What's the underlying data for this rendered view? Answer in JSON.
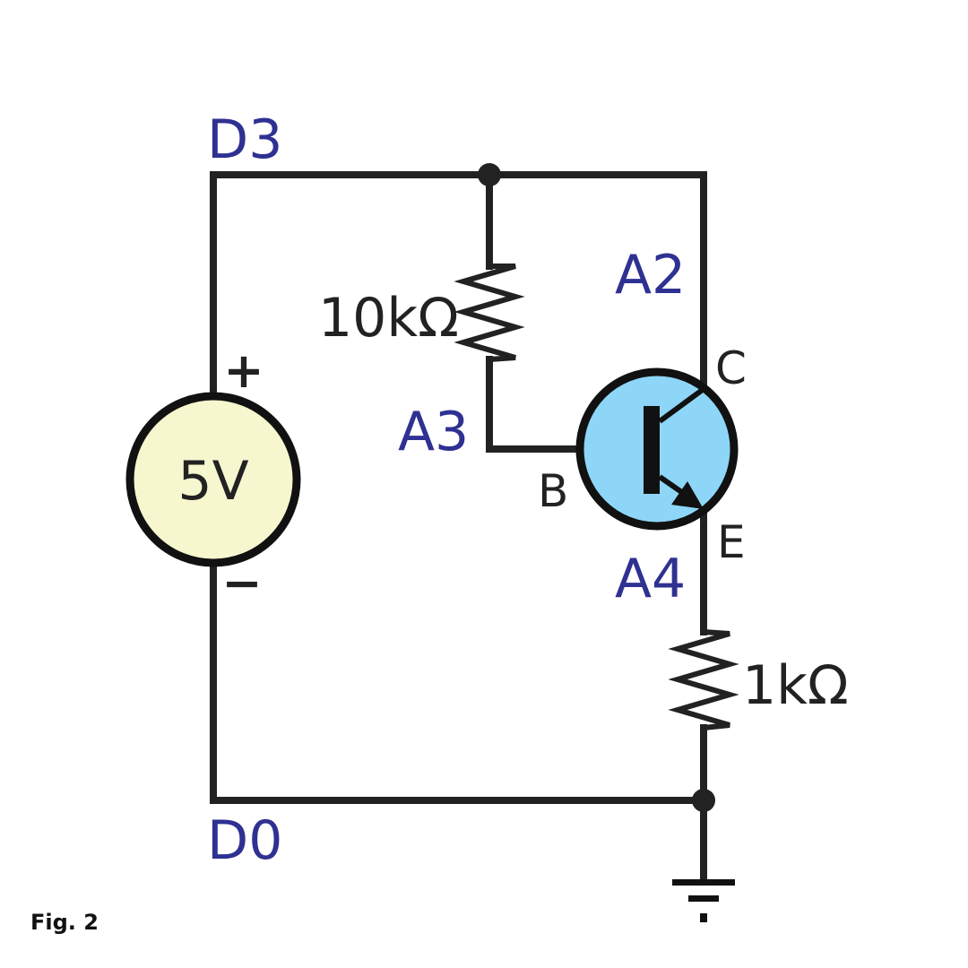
{
  "caption": "Fig. 2",
  "pins": {
    "top_left": "D3",
    "bottom_left": "D0",
    "collector": "A2",
    "base": "A3",
    "emitter": "A4"
  },
  "components": {
    "source": {
      "value": "5V",
      "plus": "+",
      "minus": "−",
      "fill": "#f7f7cf"
    },
    "base_resistor": {
      "value": "10kΩ"
    },
    "emitter_resistor": {
      "value": "1kΩ"
    },
    "transistor": {
      "collector": "C",
      "base": "B",
      "emitter": "E",
      "fill": "#8dd6f7"
    }
  },
  "colors": {
    "wire": "#222222",
    "pin_label": "#2f3192"
  }
}
